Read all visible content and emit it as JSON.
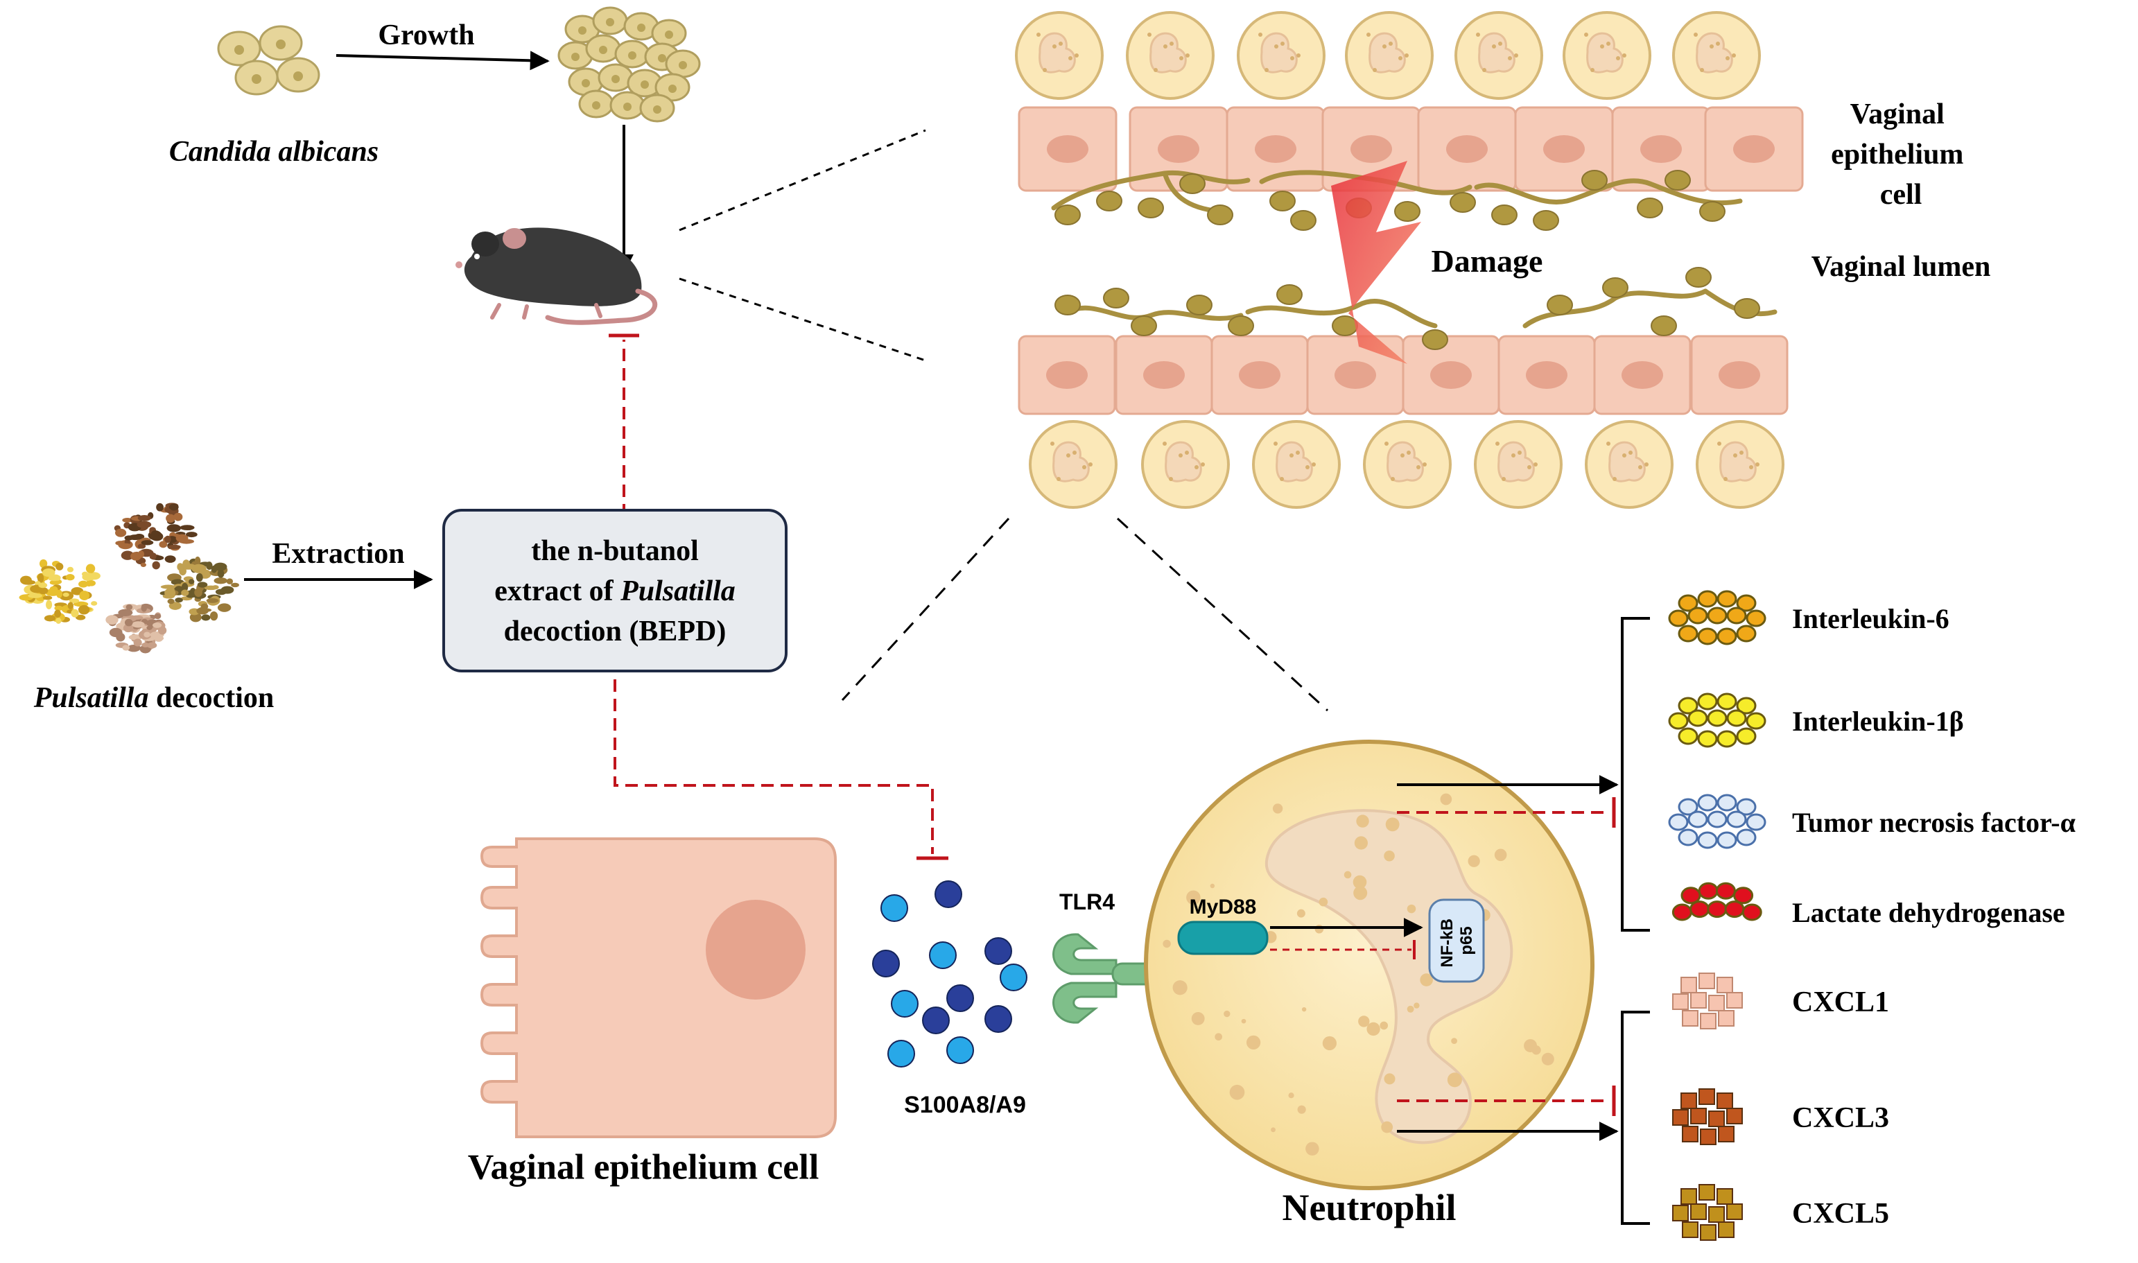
{
  "labels": {
    "growth": "Growth",
    "candida": "Candida albicans",
    "vaginal_epithelium_cell_top": [
      "Vaginal",
      "epithelium",
      "cell"
    ],
    "damage": "Damage",
    "vaginal_lumen": "Vaginal lumen",
    "extraction": "Extraction",
    "pulsatilla_decoction_italic": "Pulsatilla",
    "pulsatilla_decoction_rest": " decoction",
    "bepd_line1": "the n-butanol",
    "bepd_line2_a": "extract of ",
    "bepd_line2_b": "Pulsatilla",
    "bepd_line3": "decoction (BEPD)",
    "vaginal_epithelium_cell": "Vaginal epithelium cell",
    "s100": "S100A8/A9",
    "tlr4": "TLR4",
    "myd88": "MyD88",
    "nfkb_line1": "NF-kB",
    "nfkb_line2": "p65",
    "neutrophil": "Neutrophil"
  },
  "cytokines": [
    {
      "label": "Interleukin-6",
      "color": "#f0a818",
      "shape": "circle"
    },
    {
      "label": "Interleukin-1β",
      "color": "#f6ec2a",
      "shape": "circle"
    },
    {
      "label": "Tumor necrosis factor-α",
      "color": "#dfeaf7",
      "shape": "circle"
    },
    {
      "label": "Lactate dehydrogenase",
      "color": "#e0101e",
      "shape": "circle"
    },
    {
      "label": "CXCL1",
      "color": "#f6c4b0",
      "shape": "square"
    },
    {
      "label": "CXCL3",
      "color": "#c0561e",
      "shape": "square"
    },
    {
      "label": "CXCL5",
      "color": "#c0901c",
      "shape": "square"
    }
  ],
  "colors": {
    "inhibition": "#c0141c",
    "arrow": "#000000",
    "epithelium": "#f6cbb8",
    "nucleus": "#e6a48e",
    "neutrophil": "#fbe6b0",
    "hyphae": "#a89040",
    "tlr4": "#7fbf8a",
    "myd88": "#18a0a8",
    "nfkb": "#d8e8f8"
  }
}
